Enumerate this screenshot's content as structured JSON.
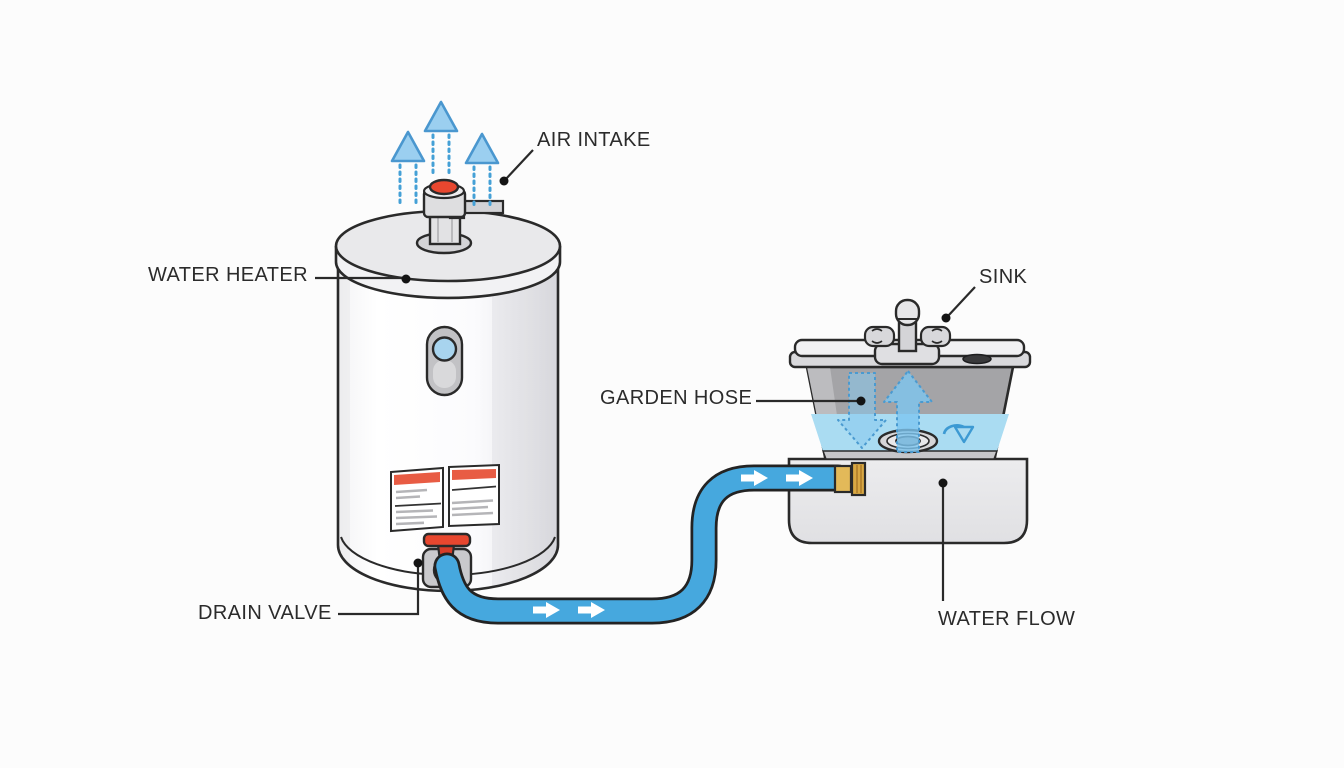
{
  "diagram": {
    "type": "illustrated-instructional-diagram",
    "subject": "Draining a water heater through a garden hose into a sink",
    "labels": {
      "air_intake": "AIR INTAKE",
      "water_heater": "WATER HEATER",
      "garden_hose": "GARDEN HOSE",
      "drain_valve": "DRAIN VALVE",
      "sink": "SINK",
      "water_flow": "WATER FLOW"
    },
    "colors": {
      "background": "#fcfcfc",
      "outline": "#2a2a2a",
      "label_text": "#2b2b2b",
      "hose_blue": "#46a8de",
      "air_arrow_blue": "#9bcff0",
      "air_arrow_stroke": "#4a97cf",
      "sink_water_blue": "#aadcf2",
      "valve_red": "#e8472f",
      "brass": "#d9a843",
      "tank_white": "#fafafb",
      "metal_gray": "#d8d8da"
    }
  }
}
